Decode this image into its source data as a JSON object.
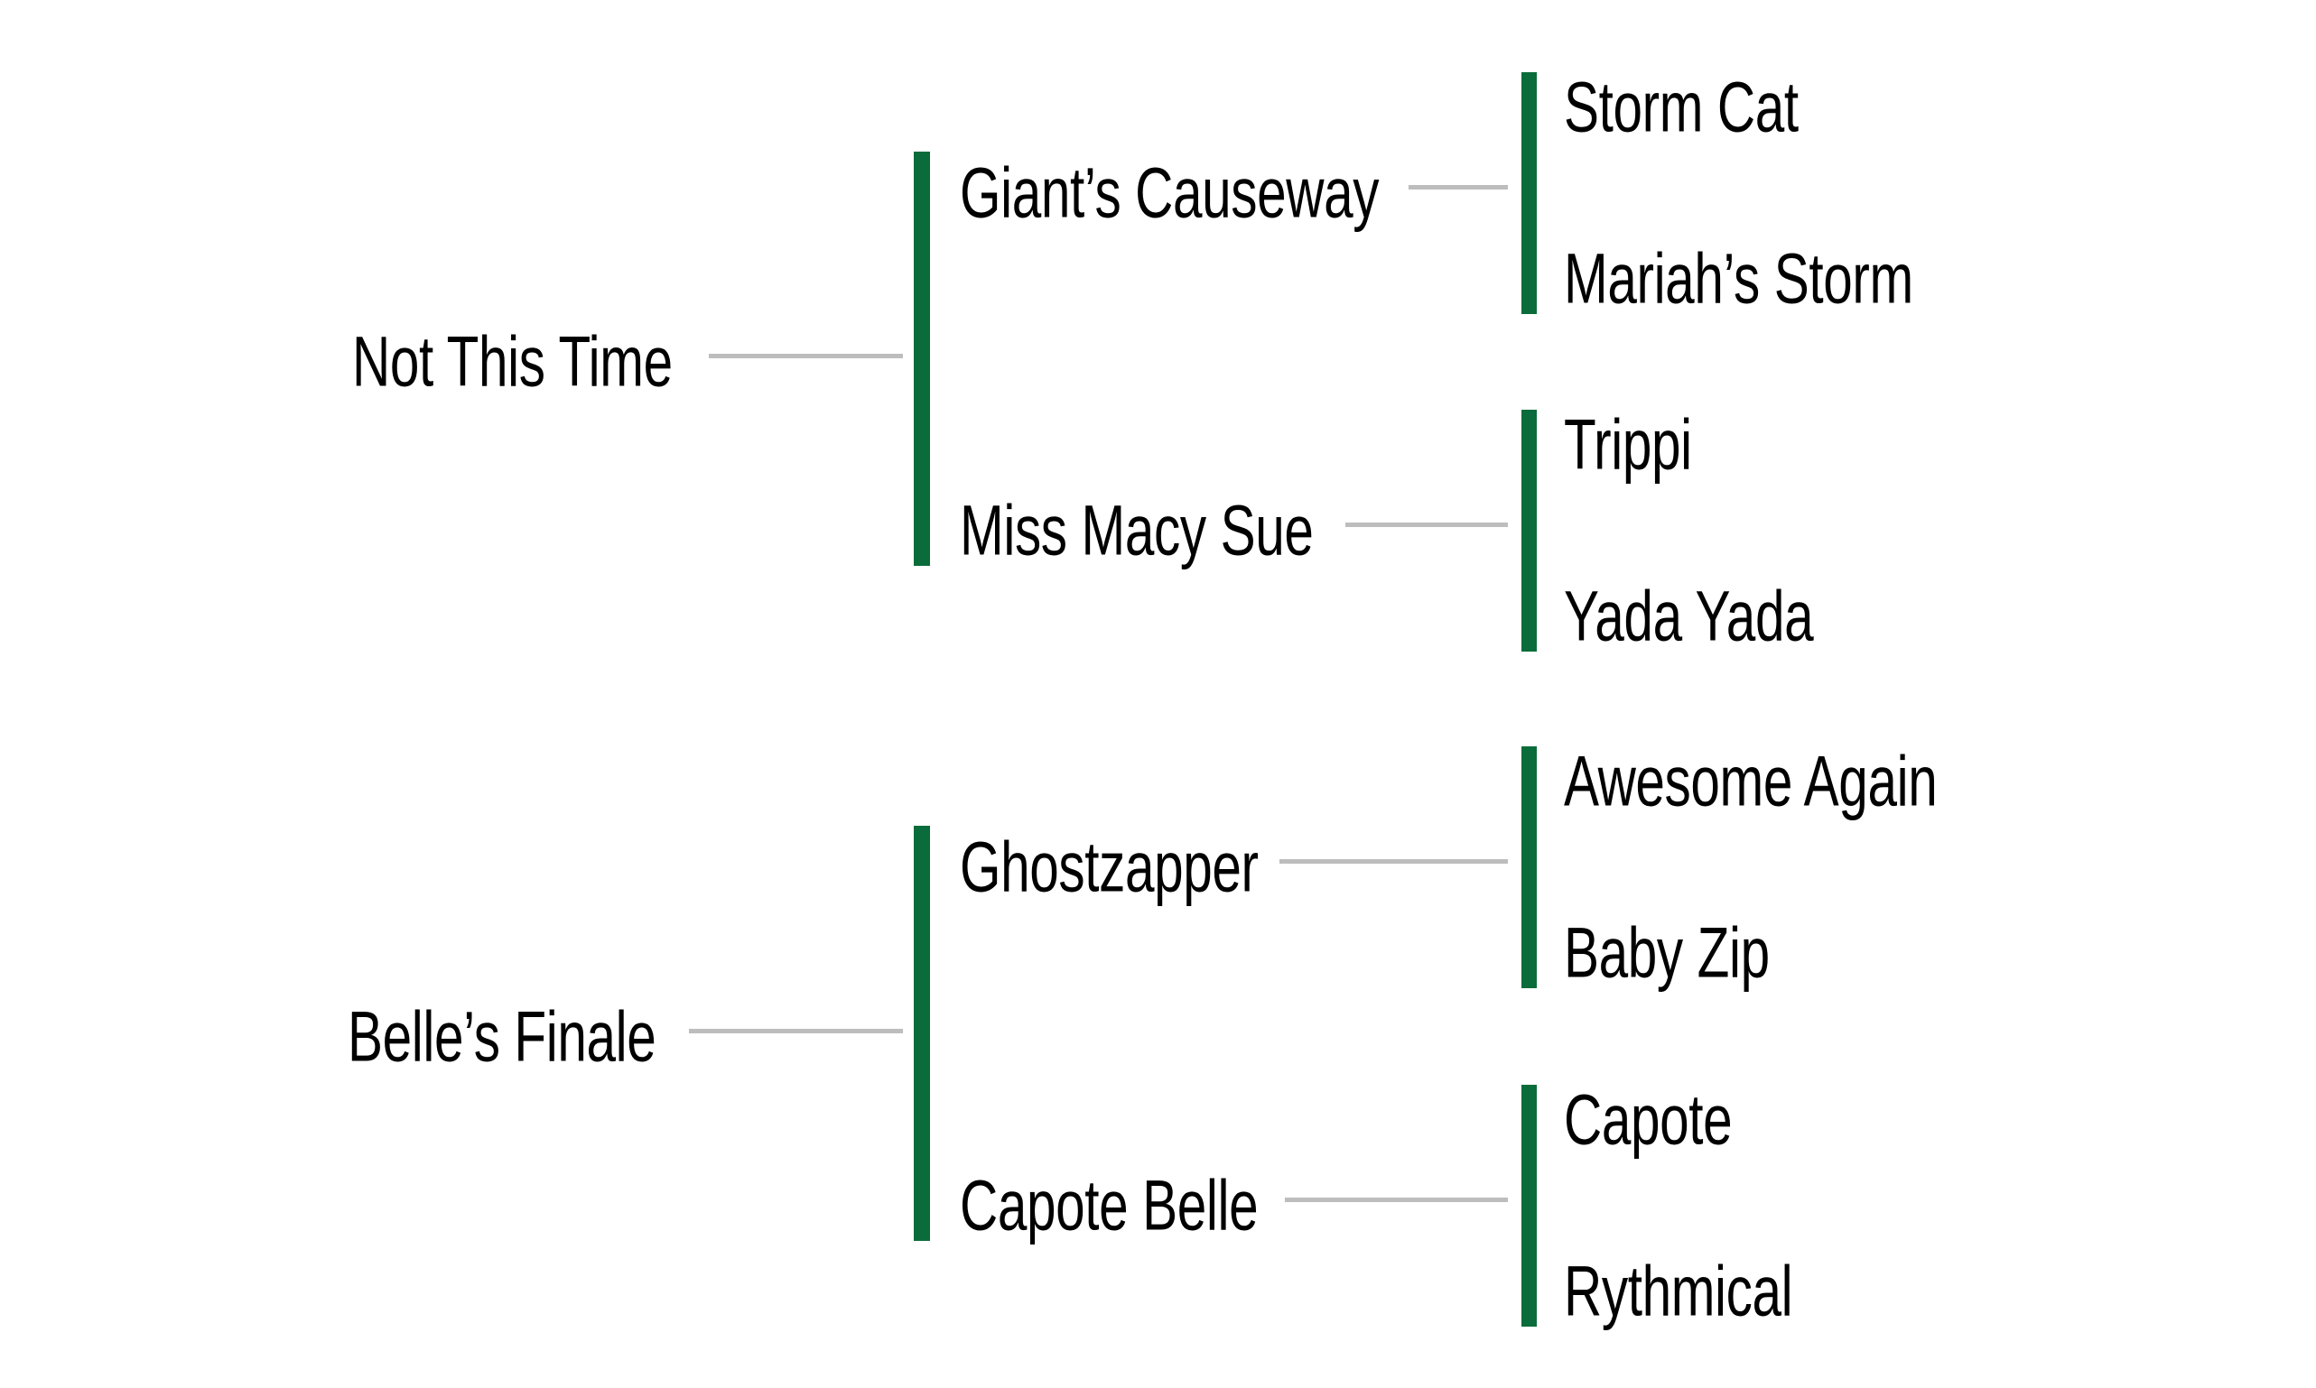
{
  "chart_type": "pedigree-tree",
  "colors": {
    "bar_green": "#0a6c3a",
    "line_gray": "#bdbdbd",
    "text_color": "#000000",
    "page_bg": "#ffffff"
  },
  "pedigree": {
    "families": [
      {
        "subject": {
          "name": "Not This Time"
        },
        "sire": {
          "name": "Giant’s Causeway",
          "sire": {
            "name": "Storm Cat"
          },
          "dam": {
            "name": "Mariah’s Storm"
          }
        },
        "dam": {
          "name": "Miss Macy Sue",
          "sire": {
            "name": "Trippi"
          },
          "dam": {
            "name": "Yada Yada"
          }
        }
      },
      {
        "subject": {
          "name": "Belle’s Finale"
        },
        "sire": {
          "name": "Ghostzapper",
          "sire": {
            "name": "Awesome Again"
          },
          "dam": {
            "name": "Baby Zip"
          }
        },
        "dam": {
          "name": "Capote Belle",
          "sire": {
            "name": "Capote"
          },
          "dam": {
            "name": "Rythmical"
          }
        }
      }
    ]
  }
}
